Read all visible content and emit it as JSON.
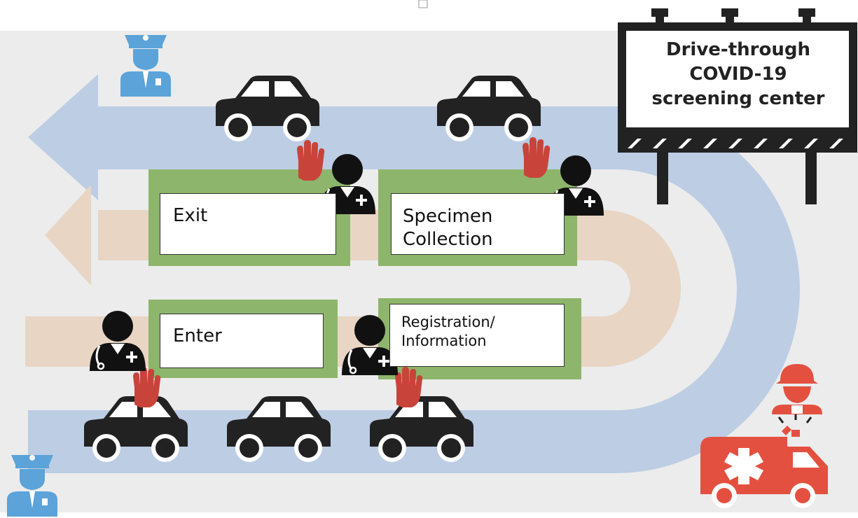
{
  "diagram": {
    "sign_title": "Drive-through\nCOVID-19\nscreening center",
    "stations": {
      "exit": "Exit",
      "specimen": "Specimen\nCollection",
      "enter": "Enter",
      "registration": "Registration/\nInformation"
    },
    "colors": {
      "road_blue": "#bccde4",
      "road_tan": "#e8d5c4",
      "station_green": "#8db56b",
      "car": "#222222",
      "police_blue": "#5ba3d9",
      "stop_hand_red": "#c8443a",
      "ambulance_red": "#e4503f",
      "background_gray": "#ececec"
    },
    "icons": [
      "police-officer-icon",
      "car-icon",
      "stop-hand-icon",
      "healthcare-worker-icon",
      "firefighter-icon",
      "ambulance-icon",
      "billboard-icon"
    ]
  }
}
